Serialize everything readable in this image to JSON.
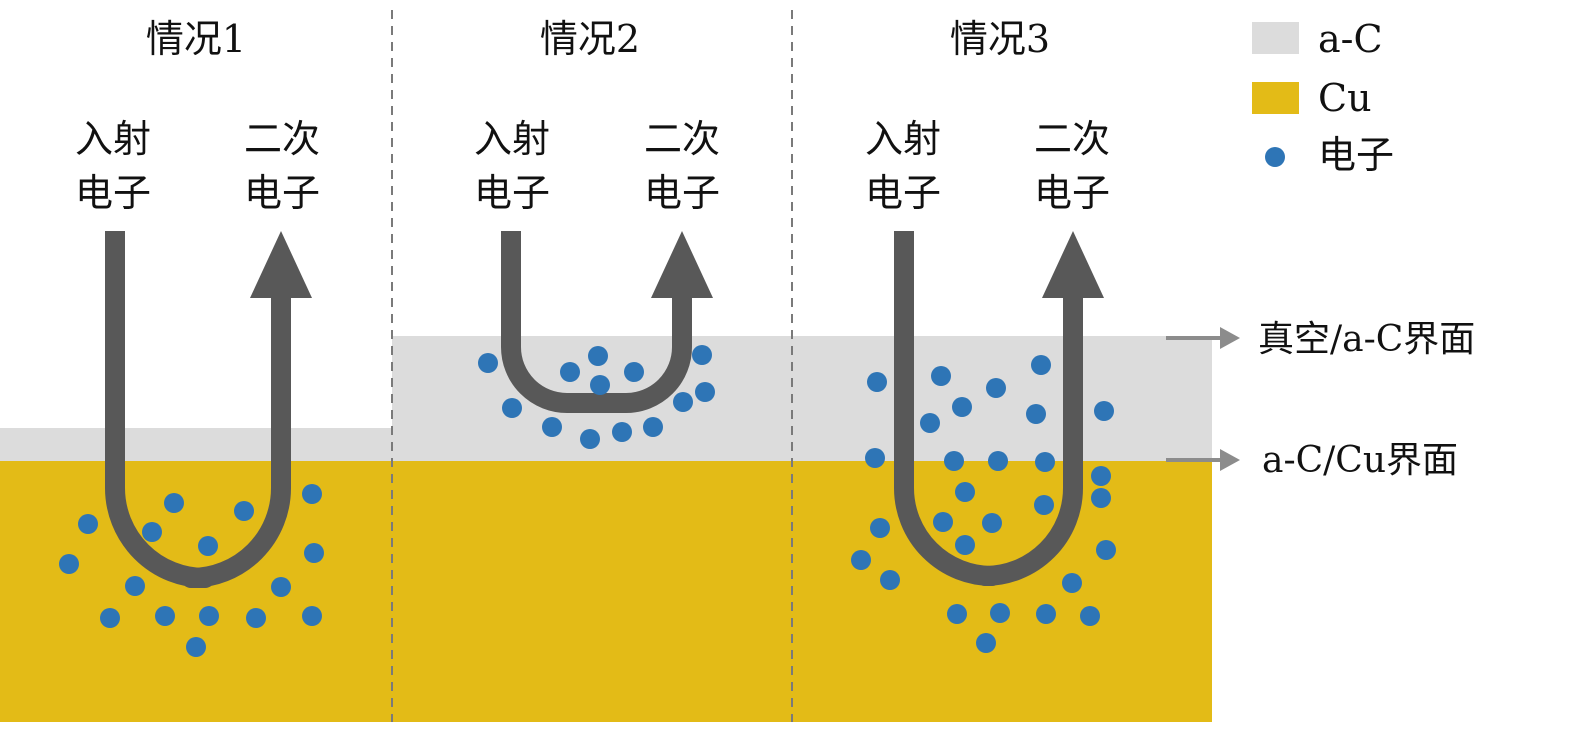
{
  "colors": {
    "aC": "#dcdcdc",
    "cu": "#e3bb17",
    "electron": "#2e75b6",
    "path": "#585858",
    "pointer": "#8c8c8c",
    "divider": "#7a7a7a"
  },
  "cases": [
    {
      "title": "情况1",
      "incident": [
        "入射",
        "电子"
      ],
      "secondary": [
        "二次",
        "电子"
      ]
    },
    {
      "title": "情况2",
      "incident": [
        "入射",
        "电子"
      ],
      "secondary": [
        "二次",
        "电子"
      ]
    },
    {
      "title": "情况3",
      "incident": [
        "入射",
        "电子"
      ],
      "secondary": [
        "二次",
        "电子"
      ]
    }
  ],
  "legend": {
    "items": [
      {
        "label": "a-C",
        "icon": "gray-swatch"
      },
      {
        "label": "Cu",
        "icon": "gold-swatch"
      },
      {
        "label": "电子",
        "icon": "blue-dot"
      }
    ]
  },
  "interfaces": {
    "vacuum_aC": "真空/a-C界面",
    "aC_Cu": "a-C/Cu界面"
  }
}
